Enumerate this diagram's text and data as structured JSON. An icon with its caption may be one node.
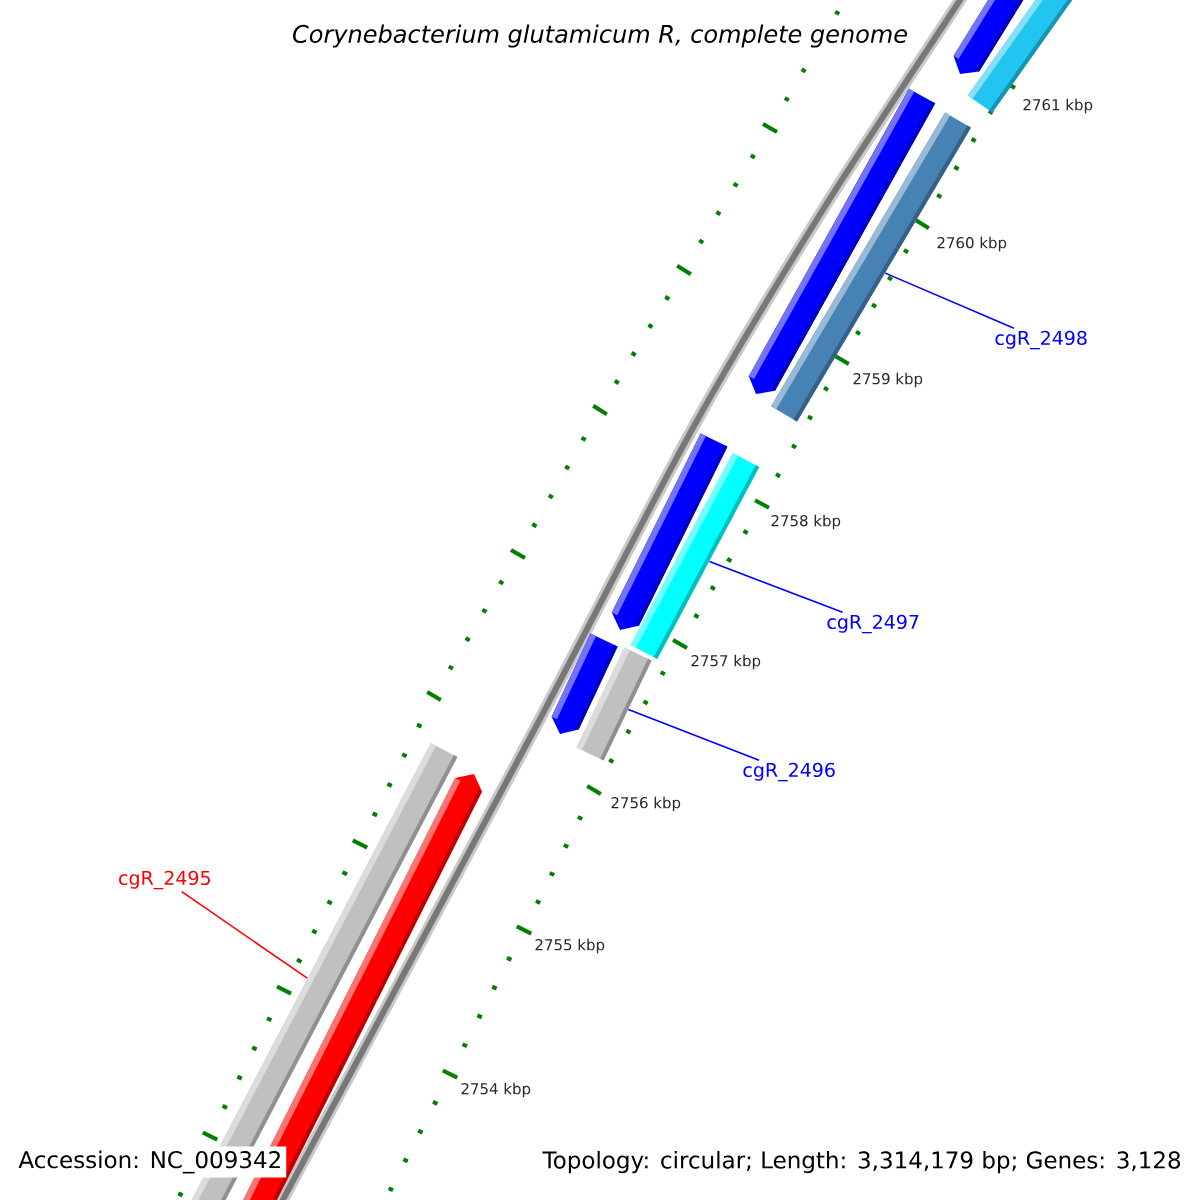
{
  "diagram": {
    "title": "Corynebacterium glutamicum R, complete genome",
    "nodes": [
      {
        "text": [
          "cgR_2498"
        ]
      },
      {
        "text": [
          "cgR_2497"
        ]
      },
      {
        "text": [
          "cgR_2496"
        ]
      },
      {
        "text": [
          "cgR_2495"
        ]
      },
      {
        "text": [],
        "shape": "bar"
      },
      {
        "text": [],
        "shape": "bar"
      },
      {
        "text": [],
        "shape": "bar"
      },
      {
        "text": [],
        "shape": "bar"
      }
    ],
    "edges": [
      {
        "from": 0,
        "to": 4,
        "arrow": "none"
      },
      {
        "from": 1,
        "to": 5,
        "arrow": "none"
      },
      {
        "from": 2,
        "to": 6,
        "arrow": "none"
      },
      {
        "from": 3,
        "to": 7,
        "arrow": "none",
        "color": "#ff0000"
      }
    ],
    "labels": [
      "2761 kbp",
      "2760 kbp",
      "2759 kbp",
      "2758 kbp",
      "2757 kbp",
      "2756 kbp",
      "2755 kbp",
      "2754 kbp",
      "Accession: NC_009342",
      "Topology: circular; Length: 3,314,179 bp; Genes: 3,128"
    ]
  }
}
